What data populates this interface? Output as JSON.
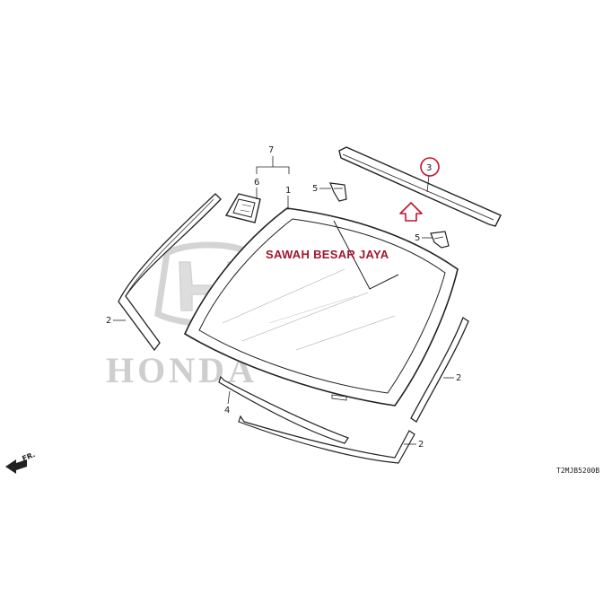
{
  "watermark": {
    "text": "HONDA",
    "color": "#c9c9c9"
  },
  "overlay": {
    "shop_name": "SAWAH BESAR JAYA",
    "shop_color": "#a0182c"
  },
  "diagram": {
    "callouts": {
      "glass": "1",
      "molding_left": "2",
      "molding_right": "2",
      "molding_bottom": "2",
      "top_strip": "3",
      "lower_seal": "4",
      "clip_left": "5",
      "clip_right": "5",
      "bracket": "6",
      "group": "7"
    },
    "front_label": "FR.",
    "drawing_code": "T2MJB5200B",
    "highlight_color": "#c8102e"
  }
}
